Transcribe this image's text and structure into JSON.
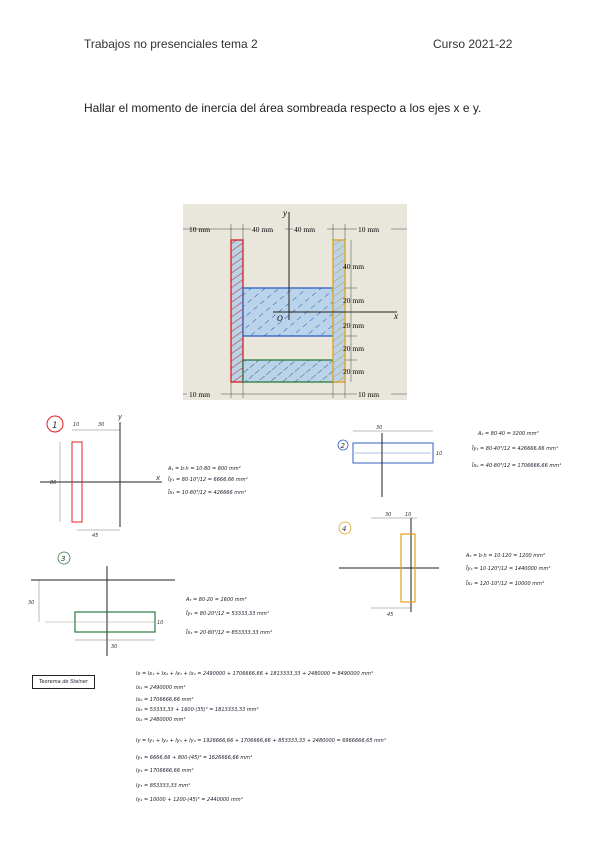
{
  "header": {
    "left": "Trabajos no presenciales tema 2",
    "right": "Curso 2021-22"
  },
  "prompt": "Hallar el momento de inercia del área sombreada respecto a los ejes x e y.",
  "figure": {
    "axis_x": "x",
    "axis_y": "y",
    "origin": "O",
    "dim_left": "10 mm",
    "dim_40_a": "40 mm",
    "dim_40_b": "40 mm",
    "dim_right": "10 mm",
    "dim_v1": "40 mm",
    "dim_v2": "20 mm",
    "dim_v3": "20 mm",
    "dim_v4": "20 mm",
    "dim_v5": "20 mm",
    "dim_bottom_left": "10 mm",
    "dim_bottom_right": "10 mm",
    "colors": {
      "rect1": "#e03030",
      "rect2": "#3060c0",
      "rect3": "#2a7a40",
      "rect4": "#e0a020",
      "fill": "#b9d3ea"
    }
  },
  "notes": {
    "part1": {
      "number": "1",
      "dim_top_a": "10",
      "dim_top_b": "30",
      "dim_left": "80",
      "dim_bottom": "45",
      "line1": "A₁ = b·h = 10·80 = 800 mm²",
      "line2": "Īy₁ = 80·10³/12 = 6666,66 mm⁴",
      "line3": "Īx₁ = 10·80³/12 = 426666 mm⁴"
    },
    "part2": {
      "number": "2",
      "dim_top": "30",
      "dim_right": "10",
      "line1": "A₂ = 80·40 = 3200 mm²",
      "line2": "Īy₂ = 80·40³/12 = 426666,66 mm⁴",
      "line3": "Īx₂ = 40·80³/12 = 1706666,66 mm⁴"
    },
    "part3": {
      "number": "3",
      "dim_left": "30",
      "dim_right": "10",
      "dim_bottom": "30",
      "line1": "A₃ = 80·20 = 1600 mm²",
      "line2": "Īy₃ = 80·20³/12 = 53333,33 mm⁴",
      "line3": "Īx₃ = 20·80³/12 = 853333,33 mm⁴"
    },
    "part4": {
      "number": "4",
      "dim_top_a": "30",
      "dim_top_b": "10",
      "dim_bottom": "45",
      "line1": "A₄ = b·h = 10·120 = 1200 mm²",
      "line2": "Īy₄ = 10·120³/12 = 1440000 mm⁴",
      "line3": "Īx₄ = 120·10³/12 = 10000 mm⁴"
    },
    "steiner_label": "Teorema de Steiner",
    "steiner": [
      "Ix = Ix₁ + Ix₂ + Ix₃ + Ix₄ = 2490000 + 1706666,66 + 1813333,33 + 2480000 = 8490000 mm⁴",
      "Ix₁ = 2490000 mm⁴",
      "Ix₂ = 1706666,66 mm⁴",
      "Ix₃ = 53333,33 + 1600·(35)² = 1813333,33 mm⁴",
      "Ix₄ = 2480000 mm⁴",
      "Iy = Iy₁ + Iy₂ + Iy₃ + Iy₄ = 1926666,66 + 1706666,66 + 853333,33 + 2480000 = 6966666,65 mm⁴",
      "Iy₁ = 6666,66 + 800·(45)² = 1626666,66 mm⁴",
      "Iy₂ = 1706666,66 mm⁴",
      "Iy₃ = 853333,33 mm⁴",
      "Iy₄ = 10000 + 1200·(45)² = 2440000 mm⁴"
    ]
  }
}
